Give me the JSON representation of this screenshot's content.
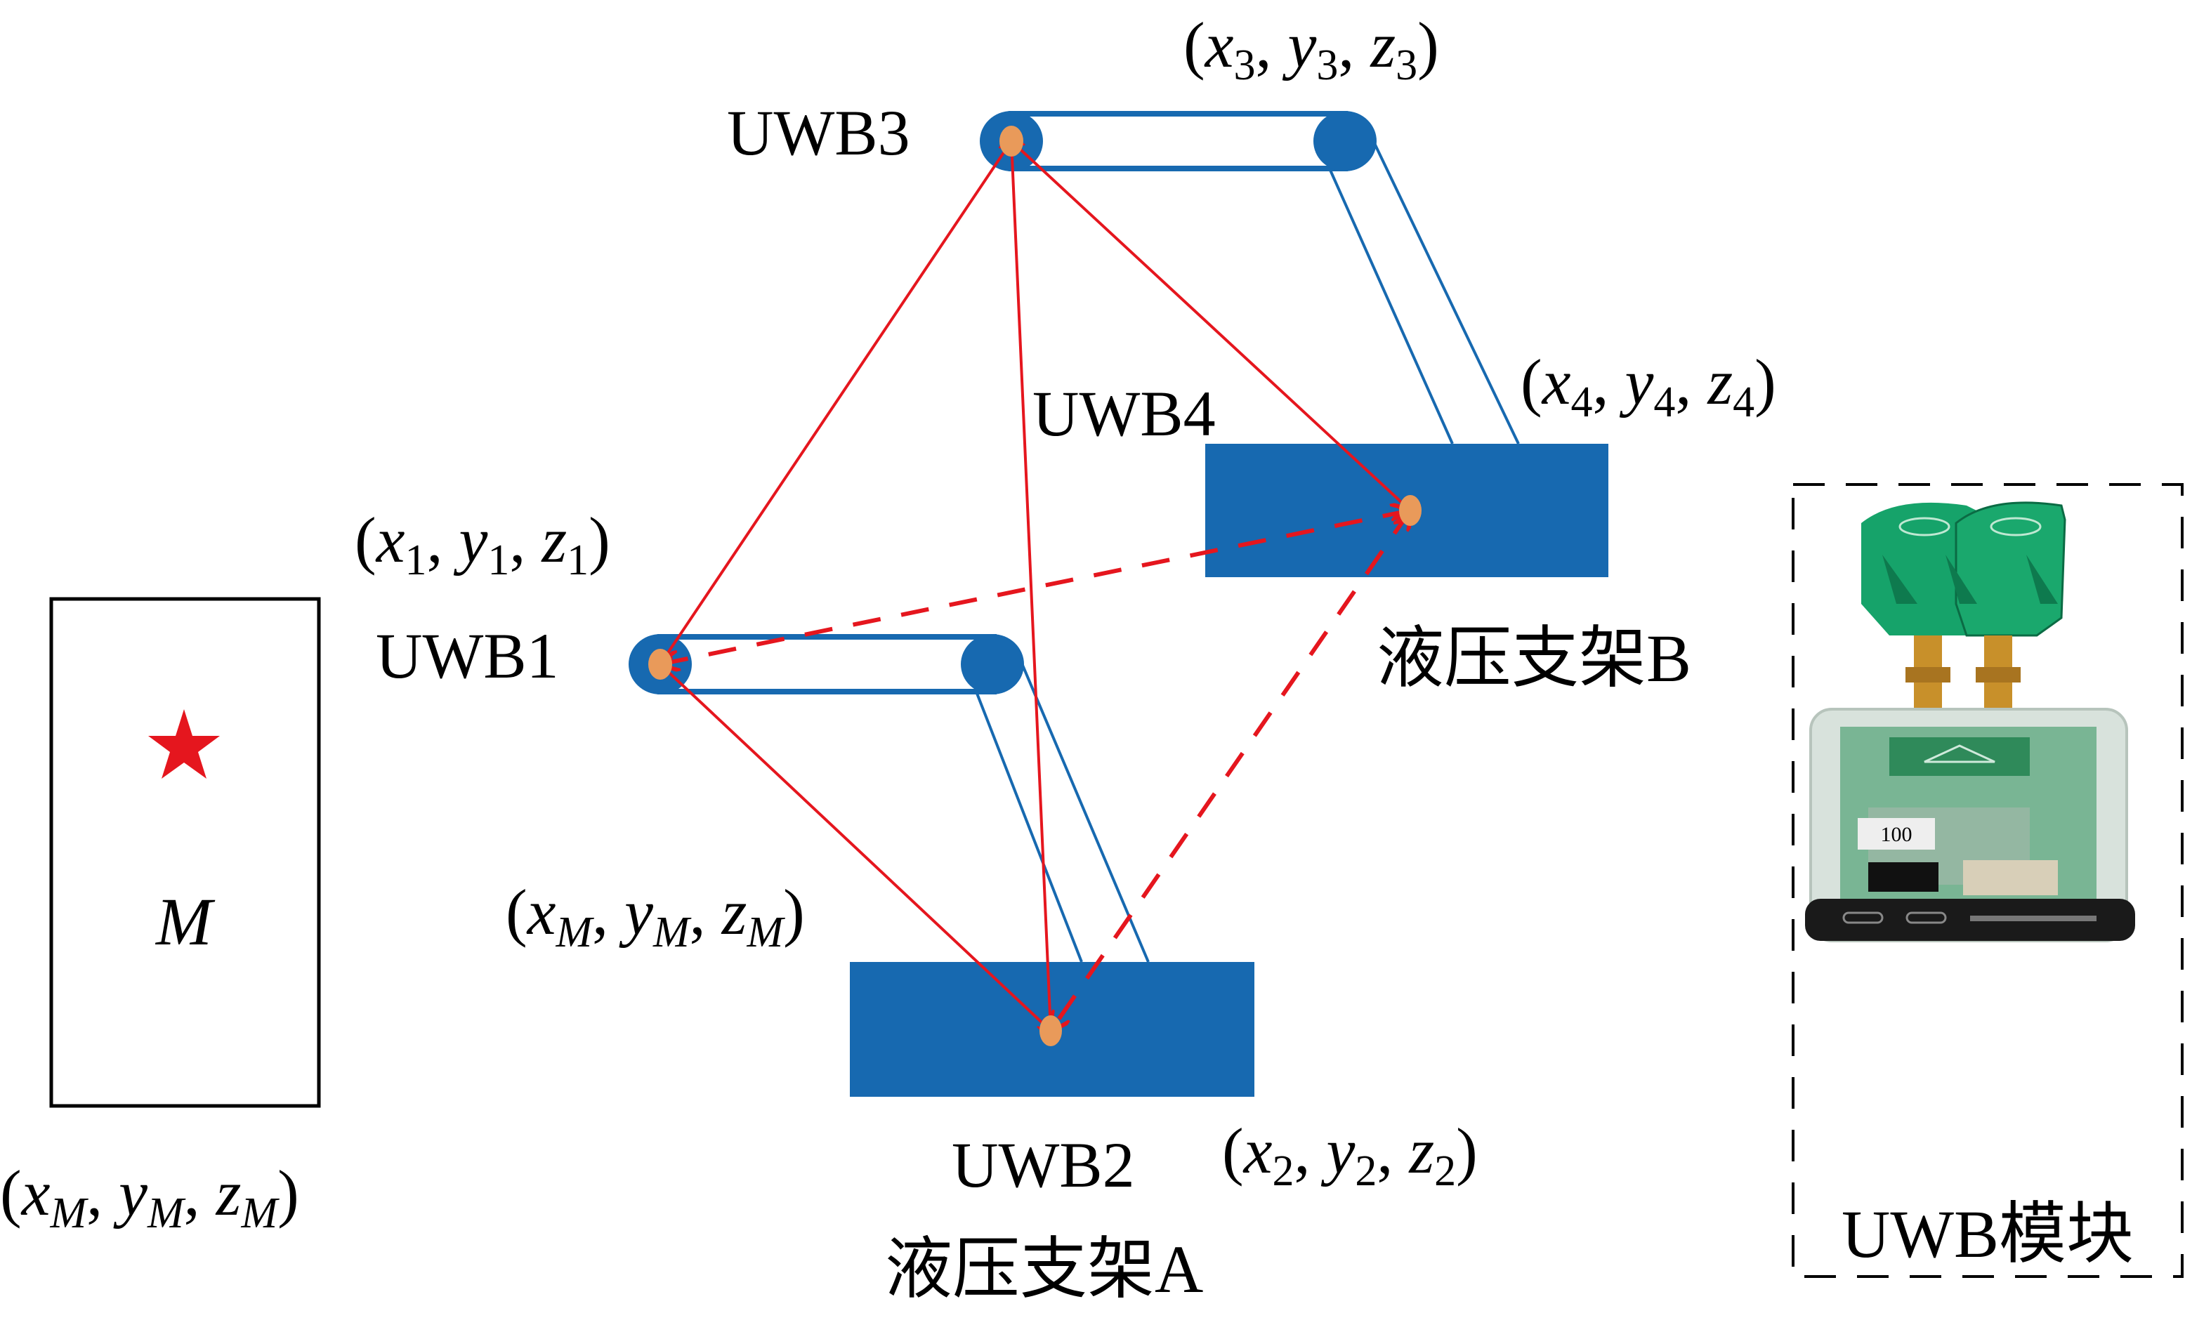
{
  "colors": {
    "support_blue": "#1769b0",
    "node_orange": "#e99a5a",
    "link_red": "#e5161e",
    "frame_black": "#000000",
    "antenna_green": "#16a36a",
    "pcb_green": "#3a9a6a",
    "connector_gold": "#c8902a",
    "case_dark": "#1a1a1a"
  },
  "nodes": {
    "uwb1": {
      "name": "UWB1",
      "coord": {
        "x": "x",
        "y": "y",
        "z": "z",
        "sub": "1"
      }
    },
    "uwb2": {
      "name": "UWB2",
      "coord": {
        "x": "x",
        "y": "y",
        "z": "z",
        "sub": "2"
      }
    },
    "uwb3": {
      "name": "UWB3",
      "coord": {
        "x": "x",
        "y": "y",
        "z": "z",
        "sub": "3"
      }
    },
    "uwb4": {
      "name": "UWB4",
      "coord": {
        "x": "x",
        "y": "y",
        "z": "z",
        "sub": "4"
      }
    }
  },
  "supports": {
    "a": {
      "label": "液压支架A"
    },
    "b": {
      "label": "液压支架B"
    }
  },
  "target": {
    "symbol": "M",
    "marker_icon": "star",
    "coord_inline": {
      "x": "x",
      "y": "y",
      "z": "z",
      "sub": "M"
    },
    "coord_below": {
      "x": "x",
      "y": "y",
      "z": "z",
      "sub": "M"
    }
  },
  "module": {
    "label": "UWB模块",
    "port_label": "100"
  },
  "punct": {
    "open": "(",
    "close": ")",
    "comma": ", "
  },
  "links": {
    "solid": [
      [
        "uwb3",
        "uwb1"
      ],
      [
        "uwb3",
        "uwb2"
      ],
      [
        "uwb3",
        "uwb4"
      ],
      [
        "uwb1",
        "uwb2"
      ]
    ],
    "dashed": [
      [
        "uwb4",
        "uwb1"
      ],
      [
        "uwb4",
        "uwb2"
      ]
    ]
  }
}
